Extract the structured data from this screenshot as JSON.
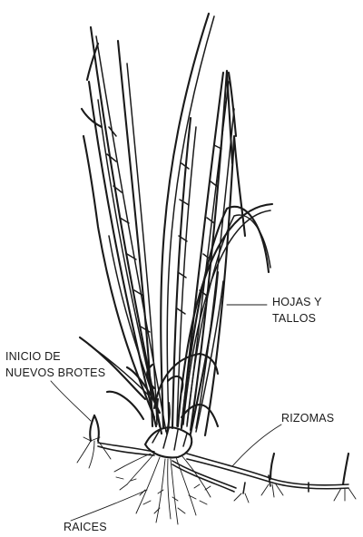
{
  "labels": {
    "hojas_line1": "HOJAS Y",
    "hojas_line2": "TALLOS",
    "brotes_line1": "INICIO DE",
    "brotes_line2": "NUEVOS BROTES",
    "rizomas": "RIZOMAS",
    "raices": "RAICES"
  },
  "colors": {
    "ink": "#1a1a1a",
    "paper": "#ffffff"
  }
}
